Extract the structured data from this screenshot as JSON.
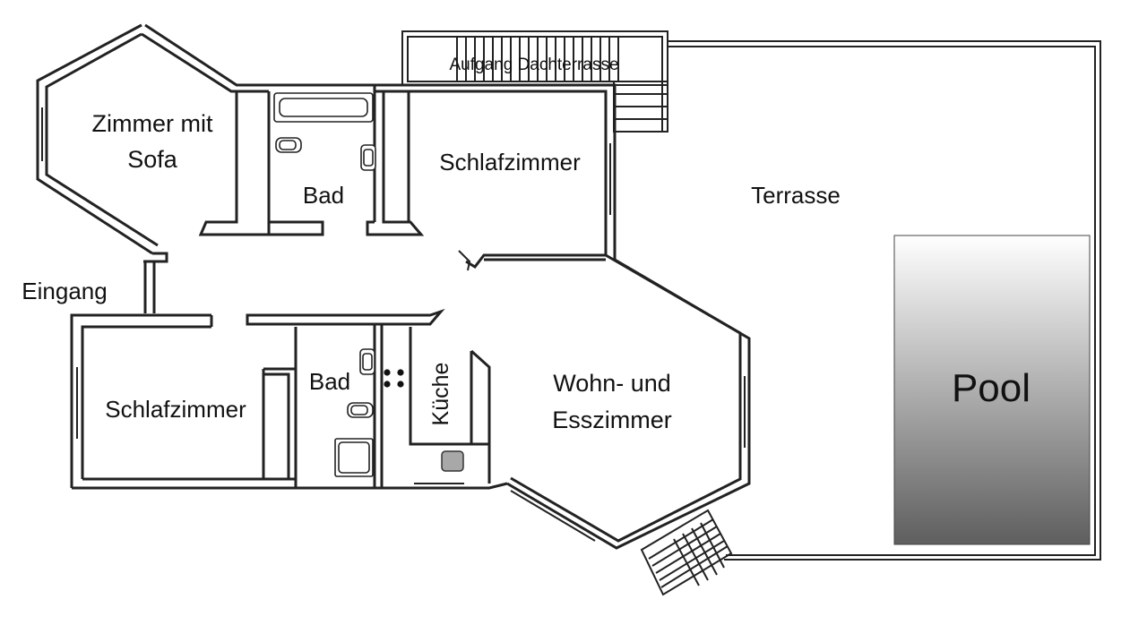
{
  "plan": {
    "rooms": {
      "zimmer_sofa_line1": "Zimmer mit",
      "zimmer_sofa_line2": "Sofa",
      "bad_top": "Bad",
      "schlafzimmer_top": "Schlafzimmer",
      "stair_roof": "Aufgang Dachterrasse",
      "terrasse": "Terrasse",
      "eingang": "Eingang",
      "schlafzimmer_bottom": "Schlafzimmer",
      "bad_bottom": "Bad",
      "kueche": "Küche",
      "wohn_line1": "Wohn- und",
      "wohn_line2": "Esszimmer",
      "pool": "Pool"
    },
    "colors": {
      "wall": "#222222",
      "pool_top": "#ffffff",
      "pool_bottom": "#5e5e5e",
      "stove_burner": "#111111",
      "sink_gray": "#a8a8a8"
    }
  }
}
